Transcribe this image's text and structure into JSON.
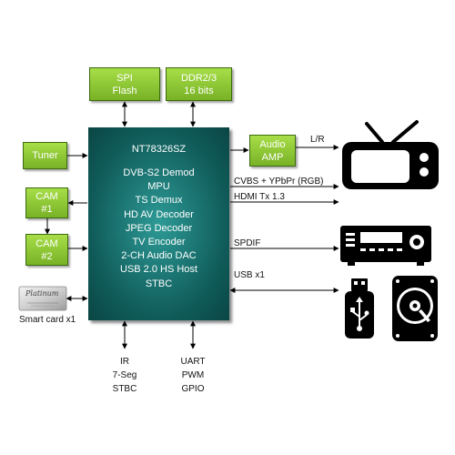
{
  "soc": {
    "name": "NT78326SZ",
    "features": [
      "DVB-S2 Demod",
      "MPU",
      "TS Demux",
      "HD AV Decoder",
      "JPEG Decoder",
      "TV Encoder",
      "2-CH Audio DAC",
      "USB 2.0 HS Host",
      "STBC"
    ]
  },
  "blocks": {
    "spi": [
      "SPI",
      "Flash"
    ],
    "ddr": [
      "DDR2/3",
      "16 bits"
    ],
    "tuner": "Tuner",
    "cam1": [
      "CAM",
      "#1"
    ],
    "cam2": [
      "CAM",
      "#2"
    ],
    "audio_amp": [
      "Audio",
      "AMP"
    ]
  },
  "signals": {
    "lr": "L/R",
    "cvbs": "CVBS + YPbPr (RGB)",
    "hdmi": "HDMI Tx 1.3",
    "spdif": "SPDIF",
    "usb": "USB x1",
    "smart_card": "Smart card x1",
    "smart_card_brand": "Platinum"
  },
  "bottom_io": {
    "left": [
      "IR",
      "7-Seg",
      "STBC"
    ],
    "right": [
      "UART",
      "PWM",
      "GPIO"
    ]
  },
  "icons": [
    "tv-icon",
    "av-receiver-icon",
    "usb-drive-icon",
    "hard-disk-icon",
    "smart-card-icon"
  ],
  "colors": {
    "block_green": "#8cc63f",
    "chip_teal": "#13706d",
    "line": "#000000"
  }
}
